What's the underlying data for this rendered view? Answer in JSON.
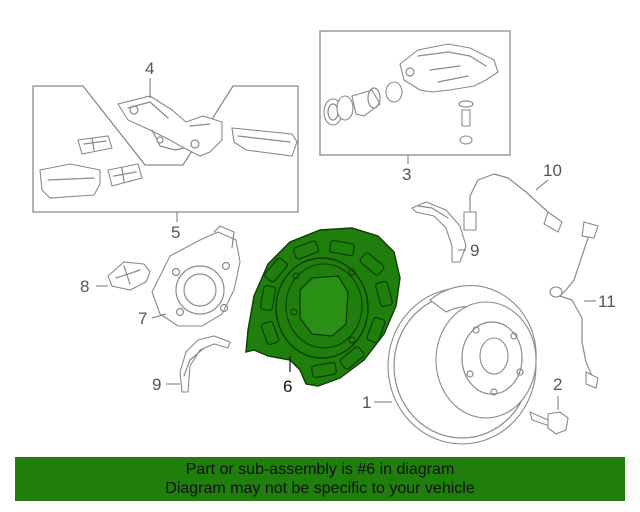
{
  "callouts": {
    "c1": "1",
    "c2": "2",
    "c3": "3",
    "c4": "4",
    "c5": "5",
    "c6": "6",
    "c7": "7",
    "c8": "8",
    "c9a": "9",
    "c9b": "9",
    "c10": "10",
    "c11": "11"
  },
  "banner": {
    "line1": "Part or sub-assembly is #6 in diagram",
    "line2": "Diagram may not be specific to your vehicle"
  },
  "colors": {
    "highlight_part": "#1f7e0c",
    "banner_bg": "#1f7e0c",
    "line_art": "#8a8a8a"
  }
}
